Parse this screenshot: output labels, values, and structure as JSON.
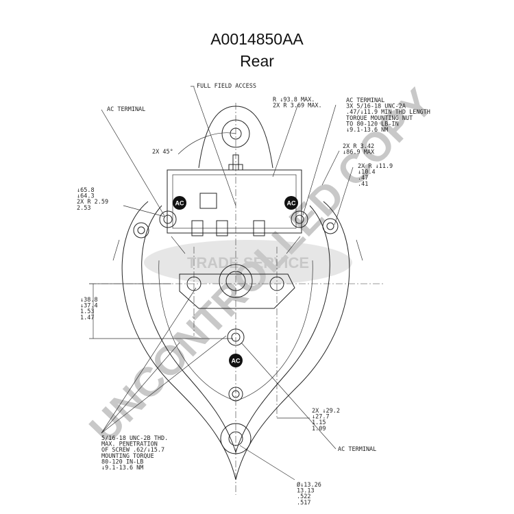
{
  "title": "A0014850AA",
  "subtitle": "Rear",
  "watermark": {
    "main": "UNCONTROLLED COPY",
    "logo": "TRADE SERVICE",
    "color": "#c8c8c8"
  },
  "badge": {
    "text": "AC",
    "color": "#111111"
  },
  "callouts": {
    "full_field": [
      "FULL FIELD ACCESS"
    ],
    "ac_left": [
      "AC TERMINAL"
    ],
    "radius_top": [
      "R ↓93.8 MAX.",
      "2X R 3.69 MAX."
    ],
    "ac_terminal_spec": [
      "AC TERMINAL",
      "3X 5/16-18 UNC-2A",
      ".47/↓11.9 MIN THD LENGTH",
      "TORQUE MOUNTING NUT",
      "TO 80-120 LB-IN",
      "↓9.1-13.6 NM"
    ],
    "angle": [
      "2X 45°"
    ],
    "radius_right": [
      "2X R 3.42",
      "↓86.9 MAX"
    ],
    "radius_small": [
      "2X R ↓11.9",
      "↓10.4",
      ".47",
      ".41"
    ],
    "radius_left": [
      "↓65.8",
      "↓64.3",
      "2X R 2.59",
      "2.53"
    ],
    "height": [
      "↓38.8",
      "↓37.4",
      "1.53",
      "1.47"
    ],
    "width_bottom": [
      "2X ↓29.2",
      "↓27.7",
      "1.15",
      "1.09"
    ],
    "thread": [
      "5/16-18 UNC-2B THD.",
      "MAX. PENETRATION",
      "OF SCREW .62/↓15.7",
      "MOUNTING TORQUE",
      "80-120 IN-LB",
      "↓9.1-13.6 NM"
    ],
    "ac_bottom": [
      "AC TERMINAL"
    ],
    "diameter": [
      "Ø↓13.26",
      "13.13",
      ".522",
      ".517"
    ]
  }
}
